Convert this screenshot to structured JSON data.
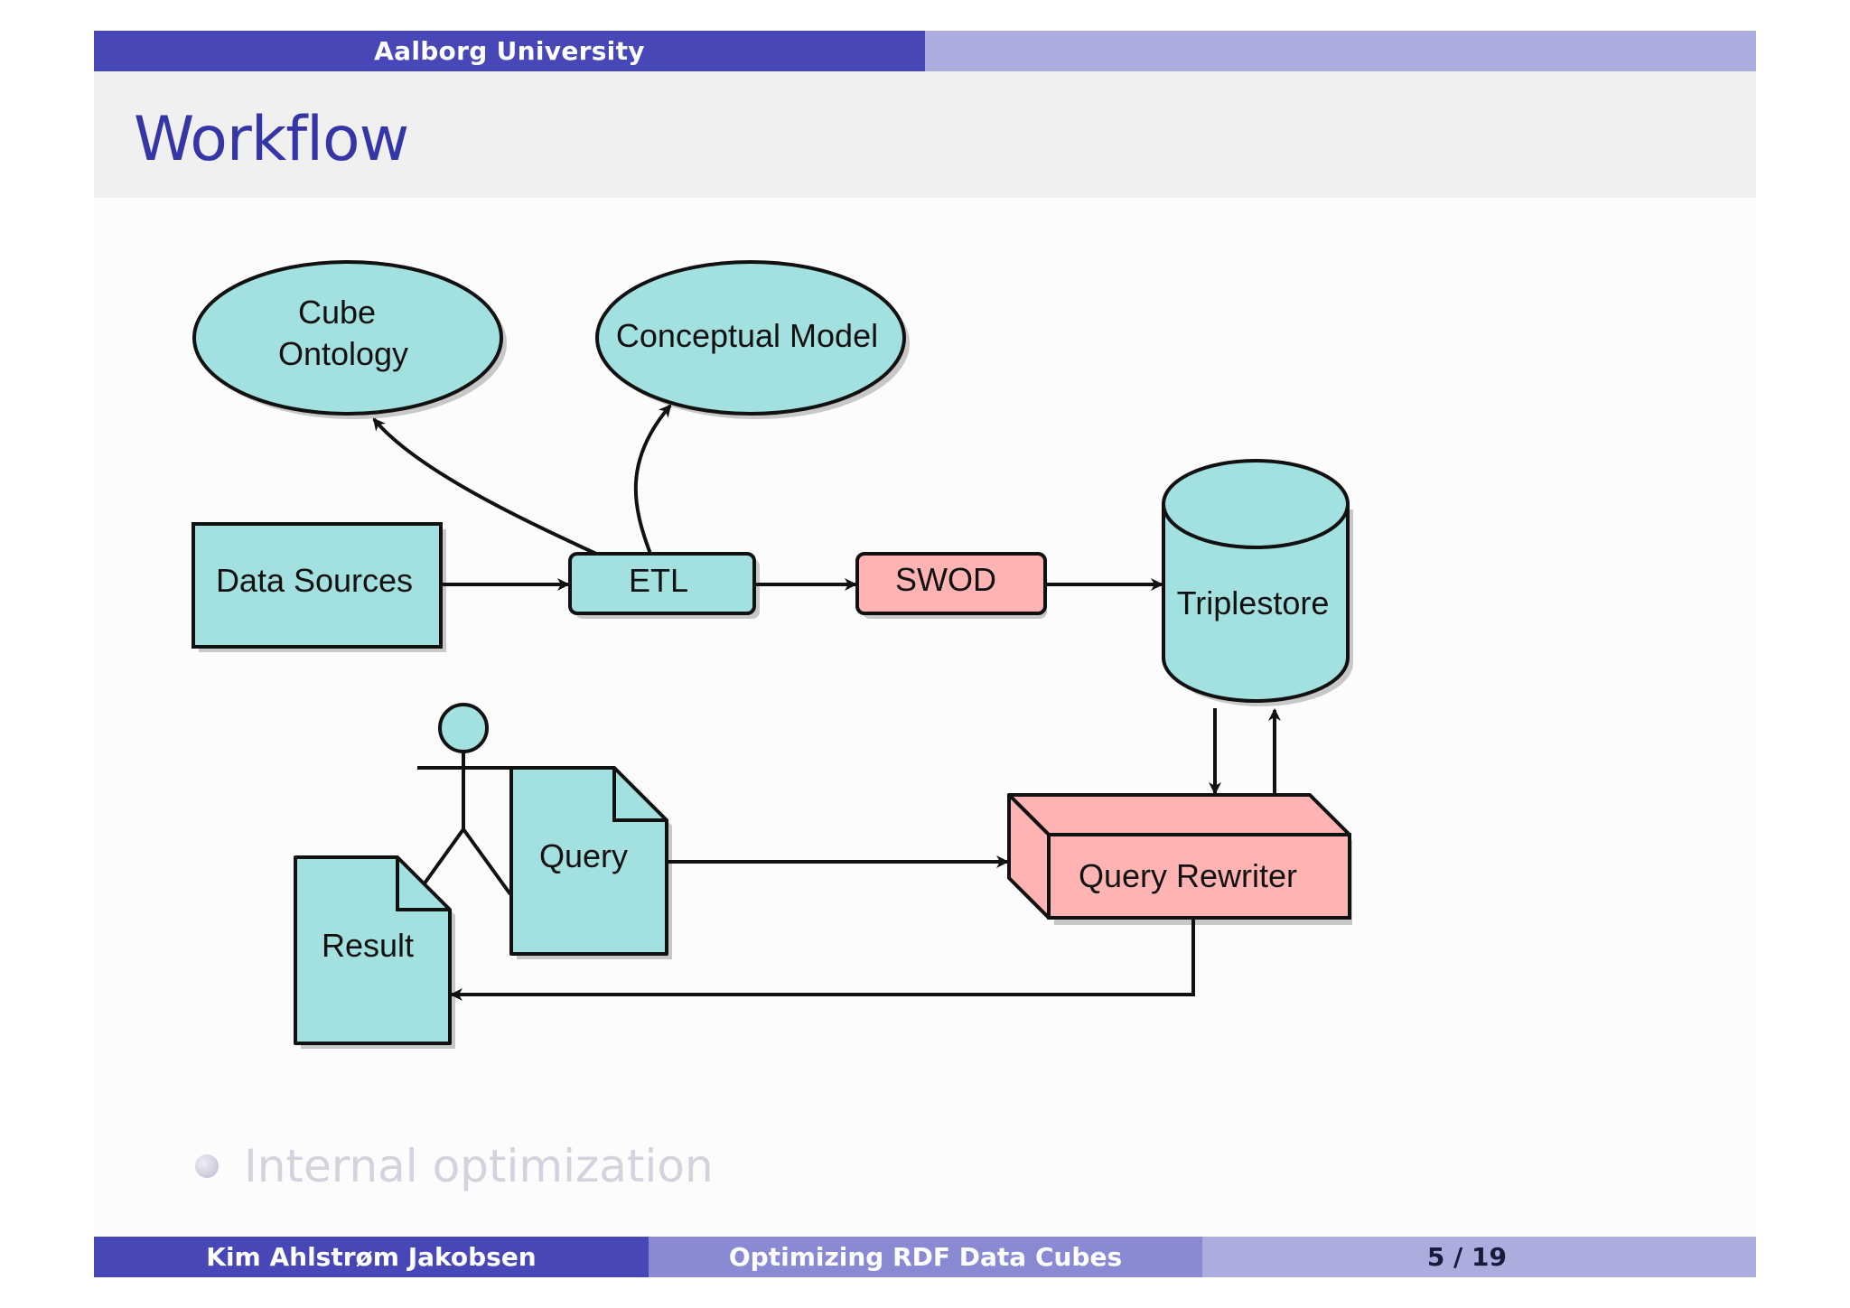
{
  "header": {
    "institute": "Aalborg University"
  },
  "slide": {
    "title": "Workflow"
  },
  "diagram": {
    "nodes": {
      "cube_ontology_line1": "Cube",
      "cube_ontology_line2": "Ontology",
      "conceptual_model": "Conceptual Model",
      "data_sources": "Data Sources",
      "etl": "ETL",
      "swod": "SWOD",
      "triplestore": "Triplestore",
      "query": "Query",
      "result": "Result",
      "query_rewriter": "Query Rewriter"
    },
    "colors": {
      "teal": "#a3e0e0",
      "pink": "#ffb3b3",
      "stroke": "#111111",
      "shadow": "#c8c8c8"
    }
  },
  "bullets": [
    "Internal optimization"
  ],
  "footer": {
    "author": "Kim Ahlstrøm Jakobsen",
    "talk_title": "Optimizing RDF Data Cubes",
    "page": "5 / 19"
  }
}
